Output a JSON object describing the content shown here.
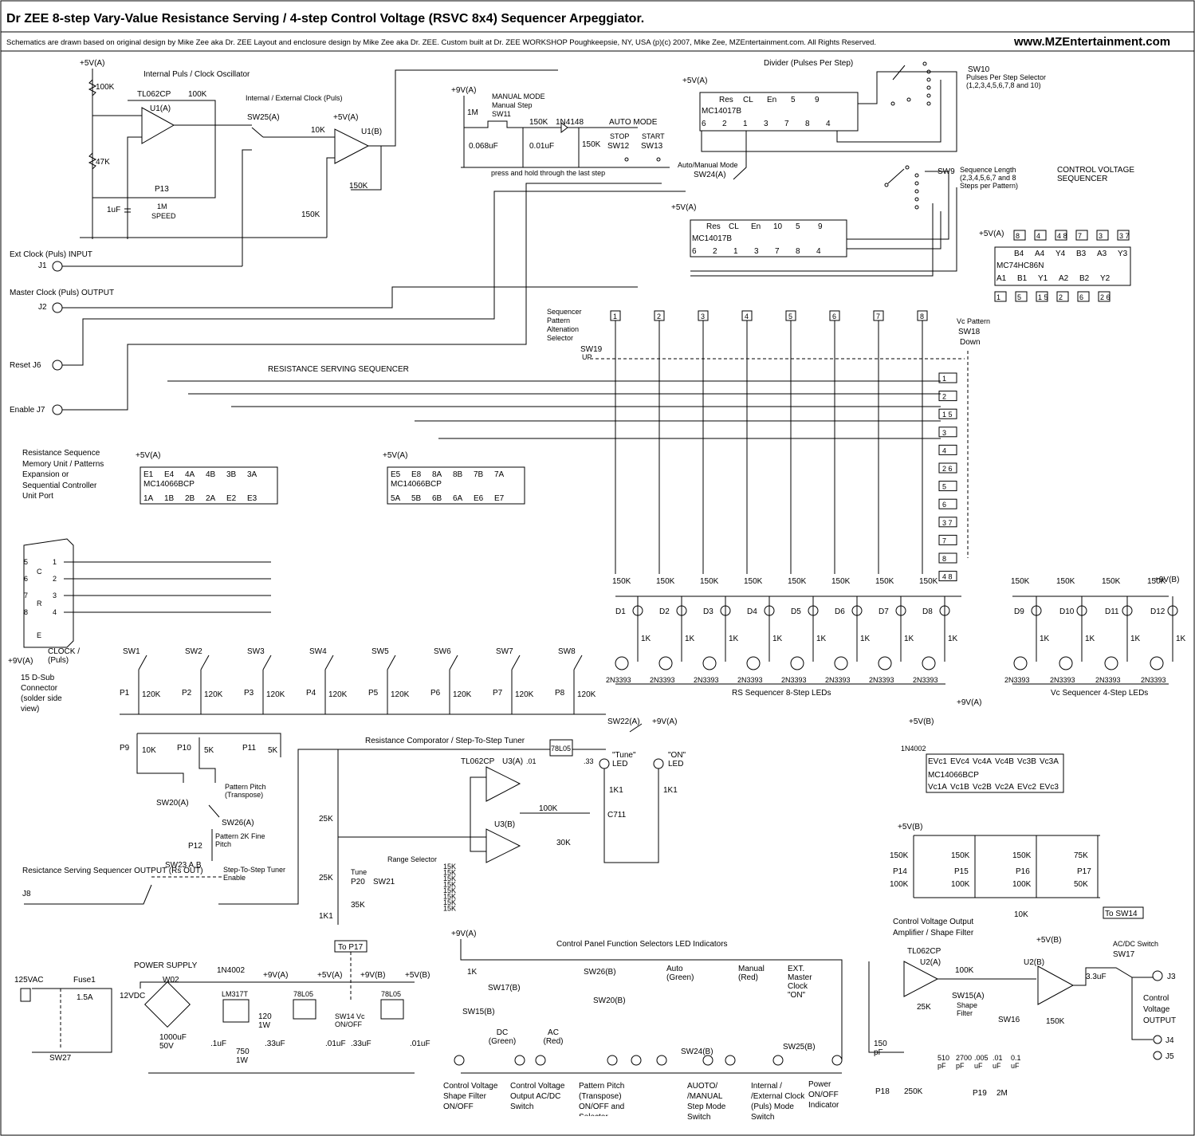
{
  "header": {
    "title": "Dr ZEE 8-step Vary-Value Resistance Serving / 4-step Control Voltage (RSVC 8x4) Sequencer Arpeggiator.",
    "subtitle": "Schematics are drawn based on  original design   by Mike Zee aka Dr. ZEE    Layout and enclosure design by Mike Zee aka Dr. ZEE. Custom built at Dr. ZEE WORKSHOP  Poughkeepsie, NY, USA   (p)(c) 2007, Mike Zee, MZEntertainment.com. All Rights Reserved.",
    "website": "www.MZEntertainment.com"
  },
  "oscillator": {
    "title": "Internal Puls / Clock Oscillator",
    "supply": "+5V(A)",
    "ic": "TL062CP",
    "opamp_a": "U1(A)",
    "opamp_b": "U1(B)",
    "r1": "100K",
    "r2": "100K",
    "r3": "47K",
    "cap": "1uF",
    "pot": "P13",
    "pot_value": "1M",
    "pot_label": "SPEED",
    "switch_label": "Internal / External Clock (Puls)",
    "switch": "SW25(A)",
    "supply_b": "+5V(A)",
    "r_in": "10K",
    "r_fb": "150K",
    "r_gnd": "150K"
  },
  "jacks": {
    "ext_clock": "Ext Clock (Puls) INPUT",
    "j1": "J1",
    "master_clock": "Master Clock (Puls) OUTPUT",
    "j2": "J2",
    "reset": "Reset  J6",
    "enable": "Enable  J7"
  },
  "manual_mode": {
    "supply": "+9V(A)",
    "title": "MANUAL MODE",
    "subtitle": "Manual Step",
    "switch": "SW11",
    "r1": "1M",
    "r2": "150K",
    "diode": "1N4148",
    "r3": "150K",
    "c1": "0.068uF",
    "c2": "0.01uF",
    "auto_mode": "AUTO MODE",
    "stop": "STOP",
    "start": "START",
    "sw12": "SW12",
    "sw13": "SW13",
    "press_note": "press and hold through the last step",
    "mode_switch_label": "Auto/Manual Mode",
    "mode_switch": "SW24(A)"
  },
  "divider": {
    "title": "Divider (Pulses Per Step)",
    "supply": "+5V(A)",
    "ic": "MC14017B",
    "top_pins": [
      "Res",
      "CL",
      "En",
      "5",
      "9"
    ],
    "bottom_pins": [
      "6",
      "2",
      "1",
      "3",
      "7",
      "8",
      "4"
    ],
    "switch": "SW10",
    "switch_desc": "Pulses Per Step Selector (1,2,3,4,5,6,7,8 and 10)"
  },
  "counter": {
    "supply": "+5V(A)",
    "ic": "MC14017B",
    "top_pins": [
      "Res",
      "CL",
      "En",
      "10",
      "5",
      "9"
    ],
    "bottom_pins": [
      "6",
      "2",
      "1",
      "3",
      "7",
      "8",
      "4"
    ],
    "switch": "SW9",
    "switch_desc": "Sequence Length (2,3,4,5,6,7 and 8 Steps per Pattern)"
  },
  "cv_sequencer": {
    "title": "CONTROL VOLTAGE SEQUENCER",
    "supply": "+5V(A)",
    "ic": "MC74HC86N",
    "top_pins": [
      "B4",
      "A4",
      "Y4",
      "B3",
      "A3",
      "Y3"
    ],
    "bottom_pins": [
      "A1",
      "B1",
      "Y1",
      "A2",
      "B2",
      "Y2"
    ],
    "top_tags": [
      "8",
      "4",
      "4 8",
      "7",
      "3",
      "3 7"
    ],
    "bottom_tags": [
      "1",
      "5",
      "1 5",
      "2",
      "6",
      "2 6"
    ]
  },
  "step_tags": [
    "1",
    "2",
    "3",
    "4",
    "5",
    "6",
    "7",
    "8"
  ],
  "pattern_alt": {
    "label": "Sequencer Pattern Altenation Selector",
    "switch": "SW19",
    "up": "UP",
    "vc_label": "Vc Pattern",
    "vc_switch": "SW18",
    "down": "Down",
    "tags": [
      "1",
      "2",
      "1 5",
      "3",
      "4",
      "2 6",
      "5",
      "6",
      "3 7",
      "7",
      "8",
      "4 8"
    ]
  },
  "rs_sequencer": {
    "title": "RESISTANCE SERVING SEQUENCER",
    "ic1": "MC14066BCP",
    "ic1_supply": "+5V(A)",
    "ic1_top": [
      "E1",
      "E4",
      "4A",
      "4B",
      "3B",
      "3A"
    ],
    "ic1_bottom": [
      "1A",
      "1B",
      "2B",
      "2A",
      "E2",
      "E3"
    ],
    "ic2": "MC14066BCP",
    "ic2_supply": "+5V(A)",
    "ic2_top": [
      "E5",
      "E8",
      "8A",
      "8B",
      "7B",
      "7A"
    ],
    "ic2_bottom": [
      "5A",
      "5B",
      "6B",
      "6A",
      "E6",
      "E7"
    ],
    "switches": [
      "SW1",
      "SW2",
      "SW3",
      "SW4",
      "SW5",
      "SW6",
      "SW7",
      "SW8"
    ],
    "pots": [
      "P1",
      "P2",
      "P3",
      "P4",
      "P5",
      "P6",
      "P7",
      "P8"
    ],
    "pot_value": "120K"
  },
  "memory_port": {
    "label": "Resistance Sequence Memory Unit / Patterns Expansion or Sequential Controller Unit Port",
    "pins_left": [
      "5",
      "6",
      "7",
      "8"
    ],
    "pins_right": [
      "1",
      "2",
      "3",
      "4"
    ],
    "letters": [
      "C",
      "R",
      "E"
    ],
    "supply": "+9V(A)",
    "clock": "CLOCK / (Puls)",
    "connector": "15 D-Sub Connector (solder side view)"
  },
  "rs_leds": {
    "supply": "+9V(A)",
    "resistor": "150K",
    "r_led": "1K",
    "labels": [
      "D1",
      "D2",
      "D3",
      "D4",
      "D5",
      "D6",
      "D7",
      "D8"
    ],
    "transistor": "2N3393",
    "caption": "RS Sequencer 8-Step LEDs"
  },
  "vc_leds": {
    "supply": "+9V(B)",
    "resistor": "150K",
    "r_led": "1K",
    "labels": [
      "D9",
      "D10",
      "D11",
      "D12"
    ],
    "transistor": "2N3393",
    "caption": "Vc Sequencer 4-Step LEDs"
  },
  "tuner": {
    "title": "Resistance Comporator / Step-To-Step Tuner",
    "p9": "P9",
    "p9_v": "10K",
    "p10": "P10",
    "p10_v": "5K",
    "p11": "P11",
    "p11_v": "5K",
    "sw20": "SW20(A)",
    "pattern_pitch": "Pattern Pitch (Transpose)",
    "sw26": "SW26(A)",
    "p12": "P12",
    "p12_label": "Pattern 2K Fine Pitch",
    "sw23": "SW23 A,B",
    "output_label": "Resictance Serving Sequencer OUTPUT  (Rs OUT)",
    "j8": "J8",
    "tuner_enable": "Step-To-Step Tuner Enable",
    "sw22": "SW22(A)",
    "supply": "+9V(A)",
    "reg": "78L05",
    "c1": ".01",
    "c2": ".33",
    "ic": "TL062CP",
    "ua": "U3(A)",
    "ub": "U3(B)",
    "r_25k_a": "25K",
    "r_25k_b": "25K",
    "r_1k1": "1K1",
    "tune": "Tune",
    "p20": "P20",
    "p20_v": "35K",
    "sw21": "SW21",
    "range": "Range Selector",
    "range_r": "15K",
    "r_100k": "100K",
    "r_30k": "30K",
    "r_1k1_b": "1K1",
    "r_1k1_c": "1K1",
    "transistor": "C711",
    "tune_led": "\"Tune\" LED",
    "on_led": "\"ON\" LED"
  },
  "power": {
    "title": "POWER SUPPLY",
    "ac": "125VAC",
    "fuse": "Fuse1",
    "fuse_v": "1.5A",
    "sw27": "SW27",
    "xfmr": "12VDC",
    "bridge": "W02",
    "diode": "1N4002",
    "reg": "LM317T",
    "c_big": "1000uF 50V",
    "c1": ".1uF",
    "r1": "120 1W",
    "r2": "750 1W",
    "c2": ".33uF",
    "v9a": "+9V(A)",
    "v5a": "+5V(A)",
    "reg2": "78L05",
    "c3": ".01uF",
    "c4": ".33uF",
    "v9b": "+9V(B)",
    "v5b": "+5V(B)",
    "reg3": "78L05",
    "c5": ".01uF",
    "sw14": "SW14 Vc ON/OFF",
    "to_p17": "To P17"
  },
  "panel": {
    "title": "Control Panel Function Selectors LED Indicators",
    "supply": "+9V(A)",
    "r": "1K",
    "sw15b": "SW15(B)",
    "sw17b": "SW17(B)",
    "dc": "DC (Green)",
    "ac": "AC (Red)",
    "sw26b": "SW26(B)",
    "sw20b": "SW20(B)",
    "auto": "Auto (Green)",
    "manual": "Manual (Red)",
    "ext": "EXT. Master Clock \"ON\"",
    "sw24b": "SW24(B)",
    "sw25b": "SW25(B)",
    "cap1": "Control Voltage Shape Filter ON/OFF",
    "cap2": "Control Voltage Output AC/DC Switch",
    "cap3": "Pattern Pitch (Transpose) ON/OFF and Selector",
    "cap4": "AUOTO/ /MANUAL Step Mode Switch",
    "cap5": "Internal / /External Clock (Puls) Mode Switch",
    "cap6": "Power ON/OFF Indicator"
  },
  "cv_out": {
    "supply": "+5V(B)",
    "diode": "1N4002",
    "ic": "MC14066BCP",
    "top_pins": [
      "EVc1",
      "EVc4",
      "Vc4A",
      "Vc4B",
      "Vc3B",
      "Vc3A"
    ],
    "bottom_pins": [
      "Vc1A",
      "Vc1B",
      "Vc2B",
      "Vc2A",
      "EVc2",
      "EVc3"
    ],
    "pot_supply": "+5V(B)",
    "r_top": [
      "150K",
      "150K",
      "150K",
      "75K"
    ],
    "pots": [
      "P14",
      "P15",
      "P16",
      "P17"
    ],
    "pot_v": [
      "100K",
      "100K",
      "100K",
      "50K"
    ],
    "to_sw14": "To SW14",
    "r_10k": "10K",
    "amp_title": "Control Voltage Output Amplifier / Shape Filter",
    "ic2": "TL062CP",
    "u2a": "U2(A)",
    "u2b": "U2(B)",
    "r_100k": "100K",
    "r_25k": "25K",
    "r_150k": "150K",
    "supply2": "+5V(B)",
    "sw15a": "SW15(A)",
    "shape": "Shape Filter",
    "sw16": "SW16",
    "caps": [
      "510 pF",
      "2700 pF",
      ".005 uF",
      ".01 uF",
      "0.1 uF"
    ],
    "c150": "150 pF",
    "p18": "P18",
    "p18_v": "250K",
    "p19": "P19",
    "p19_v": "2M",
    "c_out": "3.3uF",
    "acdc": "AC/DC Switch",
    "sw17": "SW17",
    "j3": "J3",
    "j3_label": "Control Voltage OUTPUT",
    "j4": "J4",
    "j5": "J5"
  }
}
